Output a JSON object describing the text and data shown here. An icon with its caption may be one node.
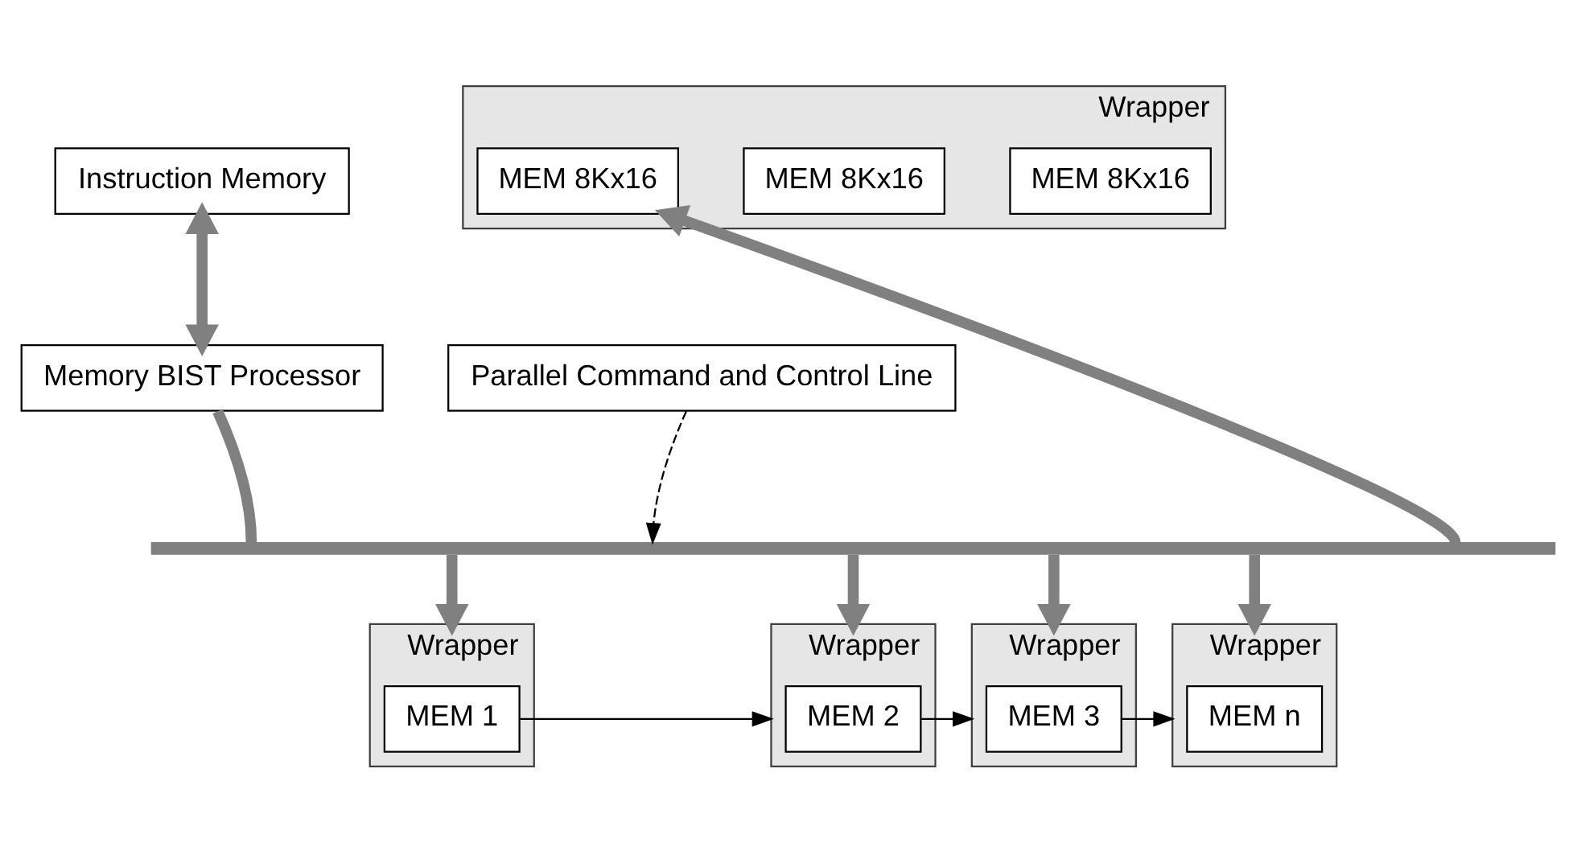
{
  "diagram": {
    "nodes": [
      {
        "text": [
          "Instruction Memory"
        ]
      },
      {
        "text": [
          "Parallel Command and Control Line"
        ]
      },
      {
        "text": [
          "Memory BIST Processor"
        ]
      },
      {
        "text": [
          "Wrapper"
        ]
      },
      {
        "text": [
          "MEM 8Kx16"
        ],
        "in": 3
      },
      {
        "text": [
          "MEM 8Kx16"
        ],
        "in": 3
      },
      {
        "text": [
          "MEM 8Kx16"
        ],
        "in": 3
      },
      {
        "text": [],
        "shape": "bar"
      },
      {
        "text": [
          "Wrapper"
        ]
      },
      {
        "text": [
          "MEM 1"
        ],
        "in": 8
      },
      {
        "text": [
          "Wrapper"
        ]
      },
      {
        "text": [
          "MEM 2"
        ],
        "in": 10
      },
      {
        "text": [
          "Wrapper"
        ]
      },
      {
        "text": [
          "MEM 3"
        ],
        "in": 12
      },
      {
        "text": [
          "Wrapper"
        ]
      },
      {
        "text": [
          "MEM n"
        ],
        "in": 14
      }
    ],
    "edges": [
      {
        "from": 0,
        "to": 2,
        "arrow": "both"
      },
      {
        "from": 2,
        "to": 7,
        "arrow": "none"
      },
      {
        "from": 1,
        "to": 7,
        "arrow": "to",
        "style": "dashed",
        "color": "#000000"
      },
      {
        "from": 7,
        "to": 6,
        "arrow": "to"
      },
      {
        "from": 7,
        "to": 8,
        "arrow": "to"
      },
      {
        "from": 7,
        "to": 10,
        "arrow": "to"
      },
      {
        "from": 7,
        "to": 12,
        "arrow": "to"
      },
      {
        "from": 7,
        "to": 14,
        "arrow": "to"
      },
      {
        "from": 9,
        "to": 10,
        "arrow": "to",
        "color": "#000000"
      },
      {
        "from": 11,
        "to": 12,
        "arrow": "to",
        "color": "#000000"
      },
      {
        "from": 13,
        "to": 14,
        "arrow": "to",
        "color": "#000000"
      }
    ]
  }
}
